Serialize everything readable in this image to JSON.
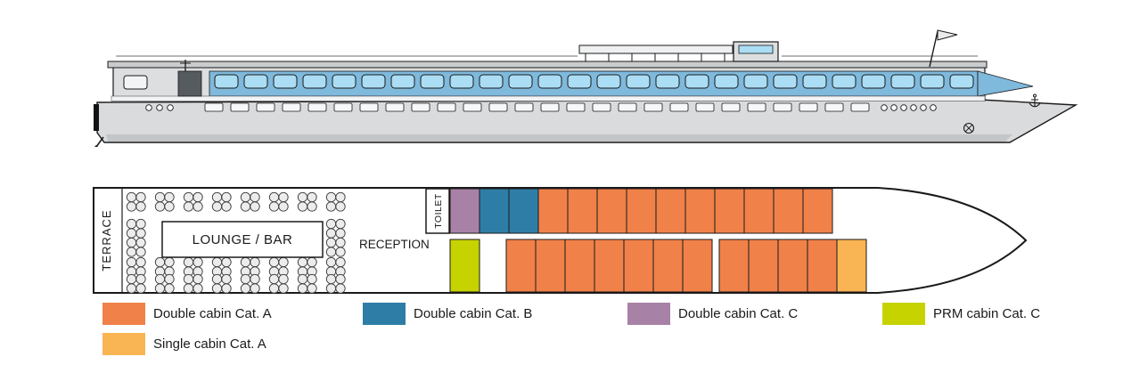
{
  "deck_plan": {
    "terrace_label": "TERRACE",
    "lounge_bar_label": "LOUNGE / BAR",
    "toilet_label": "TOILET",
    "reception_label": "RECEPTION",
    "rows": {
      "top": [
        "double_c",
        "double_b",
        "double_b",
        "double_a",
        "double_a",
        "double_a",
        "double_a",
        "double_a",
        "double_a",
        "double_a",
        "double_a",
        "double_a",
        "double_a"
      ],
      "bottom": [
        "prm_c",
        "gap:30",
        "double_a",
        "double_a",
        "double_a",
        "double_a",
        "double_a",
        "double_a",
        "double_a",
        "gap:8",
        "double_a",
        "double_a",
        "double_a",
        "double_a",
        "single_a"
      ]
    }
  },
  "cabin_colors": {
    "double_a": "#F08149",
    "double_b": "#2E7DA6",
    "double_c": "#A882A6",
    "prm_c": "#C7D300",
    "single_a": "#F9B453"
  },
  "legend": [
    {
      "label": "Double cabin Cat. A",
      "cat": "double_a"
    },
    {
      "label": "Double cabin Cat. B",
      "cat": "double_b"
    },
    {
      "label": "Double cabin Cat. C",
      "cat": "double_c"
    },
    {
      "label": "PRM cabin Cat. C",
      "cat": "prm_c"
    },
    {
      "label": "Single cabin Cat. A",
      "cat": "single_a"
    }
  ]
}
